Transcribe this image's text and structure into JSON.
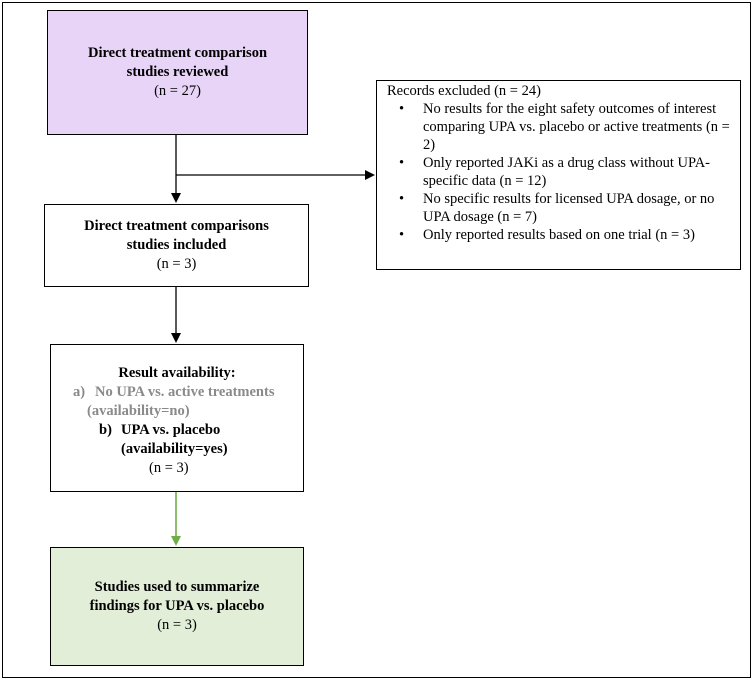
{
  "boxes": {
    "reviewed": {
      "title": "Direct treatment comparison studies reviewed",
      "count": "(n = 27)"
    },
    "included": {
      "title": "Direct treatment comparisons studies included",
      "count": "(n = 3)"
    },
    "result": {
      "title": "Result availability:",
      "option_a_marker": "a)",
      "option_a_text": "No UPA vs. active treatments (availability=no)",
      "option_b_marker": "b)",
      "option_b_text": "UPA vs. placebo (availability=yes)",
      "count": "(n = 3)"
    },
    "summary": {
      "title": "Studies used to summarize findings for UPA vs. placebo",
      "count": "(n = 3)"
    },
    "excluded": {
      "title": "Records excluded (n = 24)",
      "items": [
        "No results for the eight safety outcomes of interest comparing UPA vs. placebo or active treatments (n = 2)",
        "Only reported JAKi as a drug class without UPA-specific data (n = 12)",
        "No specific results for licensed UPA dosage, or no UPA dosage (n = 7)",
        "Only reported results based on one trial (n = 3)"
      ]
    }
  },
  "colors": {
    "reviewed_fill": "#e8d4f7",
    "summary_fill": "#e3eed9",
    "final_arrow": "#70ad47",
    "greyed_text": "#8a8a8a"
  }
}
